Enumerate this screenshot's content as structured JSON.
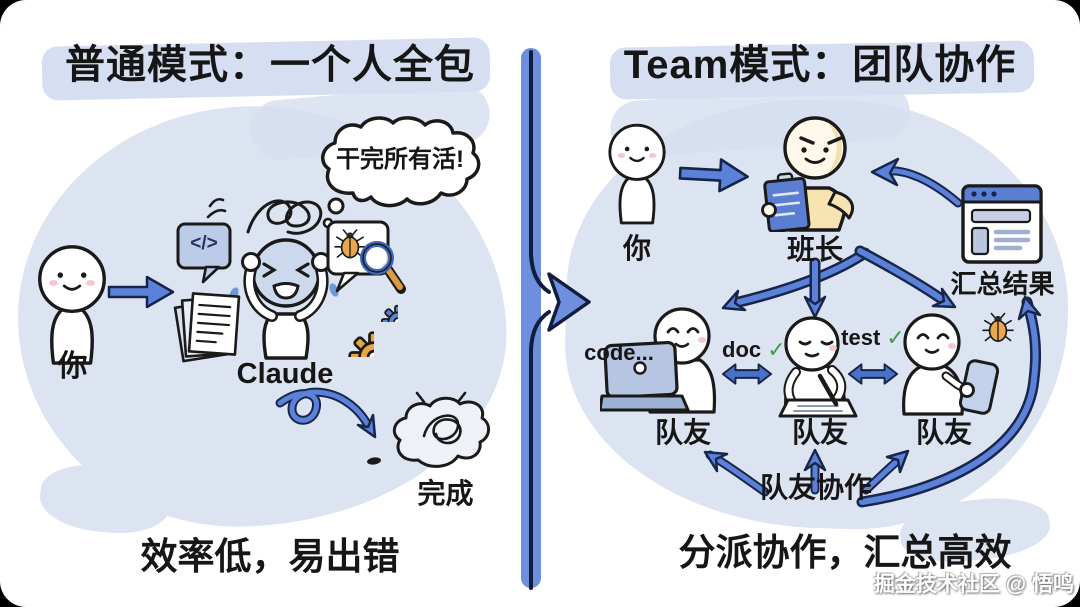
{
  "colors": {
    "arrow_blue": "#5b82d8",
    "outline_navy": "#18264c",
    "background_patch": "#dce3f1",
    "title_highlight": "#d6dff2",
    "leader_cream": "#f7e3b0",
    "gear_orange": "#e9a63f",
    "check_green": "#3f9e4d",
    "stressed_face_blue": "#ccd9ed"
  },
  "left_panel": {
    "title": "普通模式：一个人全包",
    "you_label": "你",
    "thought_bubble": "干完所有活!",
    "worker_label": "Claude",
    "code_glyph": "</>",
    "done_label": "完成",
    "caption": "效率低，易出错"
  },
  "right_panel": {
    "title": "Team模式：团队协作",
    "you_label": "你",
    "leader_label": "班长",
    "result_label": "汇总结果",
    "teammates": [
      {
        "label": "队友",
        "task": "code..."
      },
      {
        "label": "队友",
        "task": "doc",
        "check": "✓"
      },
      {
        "label": "队友",
        "task": "test",
        "check": "✓"
      }
    ],
    "collab_label": "队友协作",
    "caption": "分派协作，汇总高效"
  },
  "watermark": "掘金技术社区 @ 悟鸣"
}
